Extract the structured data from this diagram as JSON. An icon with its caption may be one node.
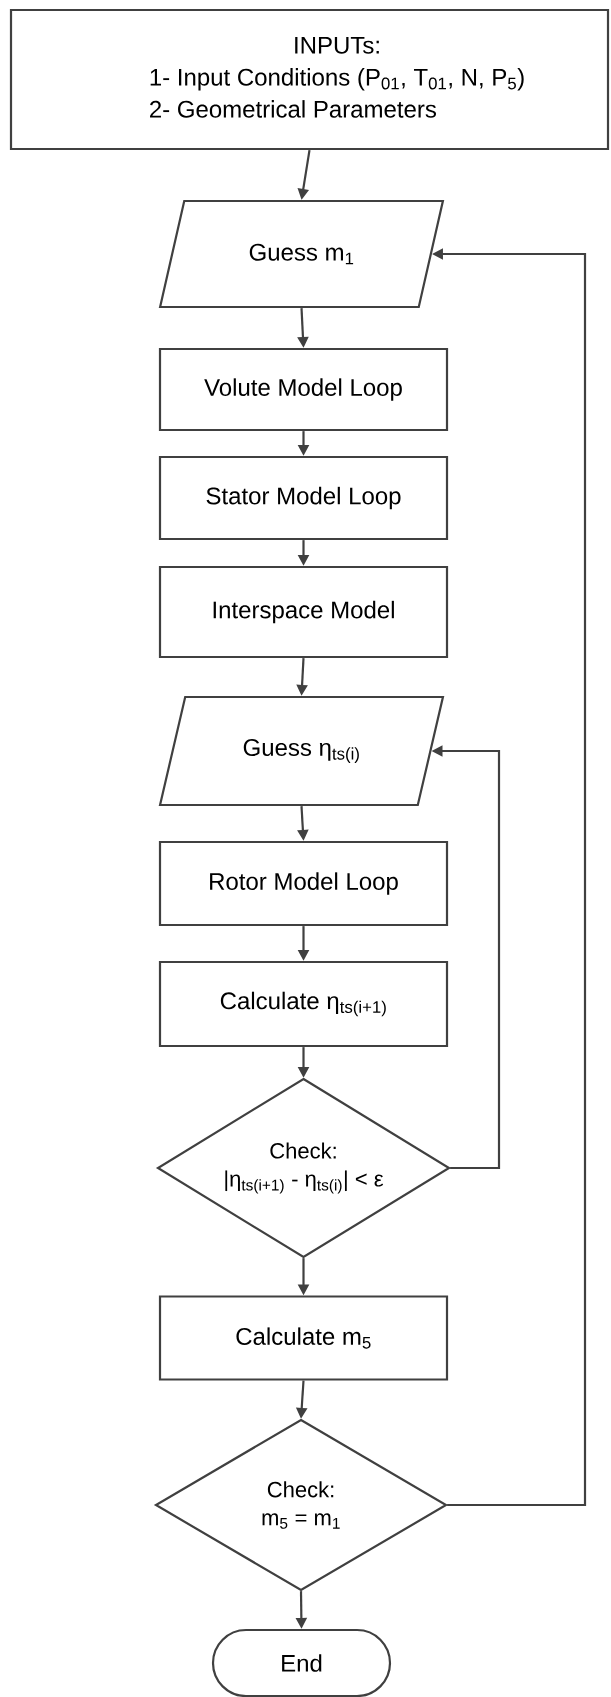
{
  "diagram": {
    "nodes": [
      {
        "text": [
          "INPUTs:",
          "1- Input Conditions (P$_{01}$, T$_{01}$, N, P$_{5}$)",
          "2- Geometrical Parameters"
        ]
      },
      {
        "text": [
          "Guess m$_{1}$"
        ]
      },
      {
        "text": [
          "Volute Model Loop"
        ]
      },
      {
        "text": [
          "Stator Model Loop"
        ]
      },
      {
        "text": [
          "Interspace Model"
        ]
      },
      {
        "text": [
          "Guess η$_{ts(i)}$"
        ]
      },
      {
        "text": [
          "Rotor Model Loop"
        ]
      },
      {
        "text": [
          "Calculate η$_{ts(i+1)}$"
        ]
      },
      {
        "text": [
          "Check:",
          "|η$_{ts(i+1)}$ - η$_{ts(i)}$| < ε"
        ]
      },
      {
        "text": [
          "Calculate m$_{5}$"
        ]
      },
      {
        "text": [
          "Check:",
          "m$_{5}$ = m$_{1}$"
        ]
      },
      {
        "text": [
          "End"
        ]
      }
    ],
    "edges": [
      {
        "from": 0,
        "to": 1,
        "arrow": "to"
      },
      {
        "from": 1,
        "to": 2,
        "arrow": "to"
      },
      {
        "from": 2,
        "to": 3,
        "arrow": "to"
      },
      {
        "from": 3,
        "to": 4,
        "arrow": "to"
      },
      {
        "from": 4,
        "to": 5,
        "arrow": "to"
      },
      {
        "from": 5,
        "to": 6,
        "arrow": "to"
      },
      {
        "from": 6,
        "to": 7,
        "arrow": "to"
      },
      {
        "from": 7,
        "to": 8,
        "arrow": "to"
      },
      {
        "from": 8,
        "to": 5,
        "arrow": "to"
      },
      {
        "from": 8,
        "to": 9,
        "arrow": "to"
      },
      {
        "from": 9,
        "to": 10,
        "arrow": "to"
      },
      {
        "from": 10,
        "to": 1,
        "arrow": "to"
      },
      {
        "from": 10,
        "to": 11,
        "arrow": "to"
      }
    ]
  }
}
